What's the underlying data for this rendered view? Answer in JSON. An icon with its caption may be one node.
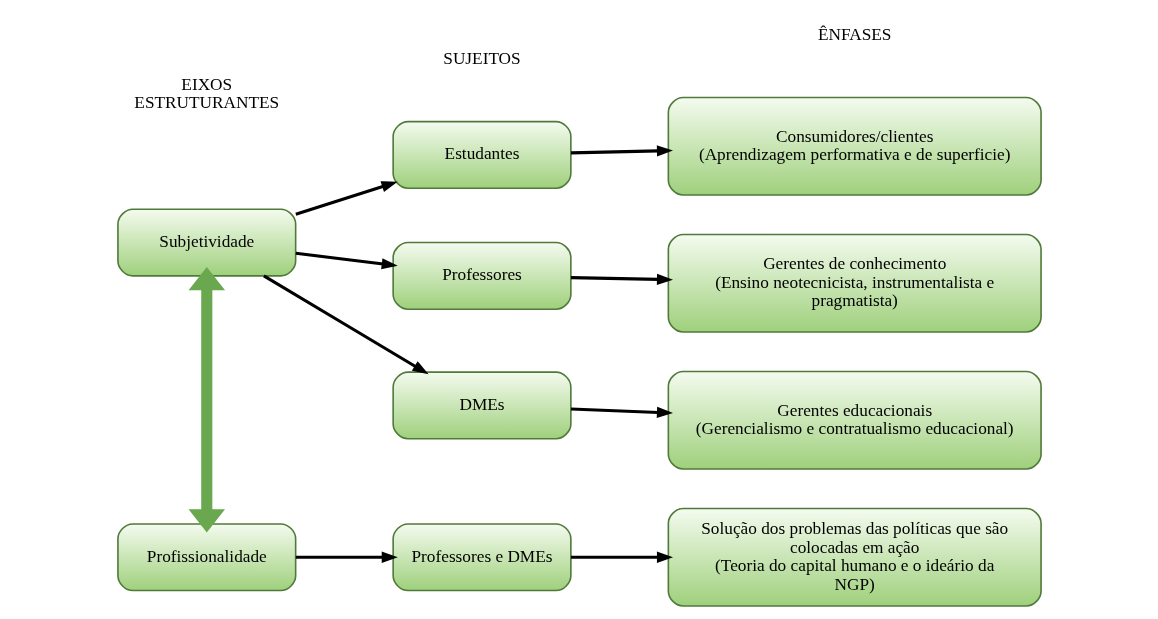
{
  "diagram": {
    "nodes": [
      {
        "text": [
          "Subjetividade"
        ]
      },
      {
        "text": [
          "Profissionalidade"
        ]
      },
      {
        "text": [
          "Estudantes"
        ]
      },
      {
        "text": [
          "Professores"
        ]
      },
      {
        "text": [
          "DMEs"
        ]
      },
      {
        "text": [
          "Professores e DMEs"
        ]
      },
      {
        "text": [
          "Consumidores/clientes",
          "(Aprendizagem performativa e de superficie)"
        ]
      },
      {
        "text": [
          "Gerentes de conhecimento",
          "(Ensino neotecnicista, instrumentalista e pragmatista)"
        ]
      },
      {
        "text": [
          "Gerentes educacionais",
          "(Gerencialismo e contratualismo educacional)"
        ]
      },
      {
        "text": [
          "Solução dos problemas das políticas que são colocadas em ação",
          "(Teoria do capital humano e o ideário da NGP)"
        ]
      }
    ],
    "edges": [
      {
        "from": 0,
        "to": 2,
        "arrow": "to"
      },
      {
        "from": 0,
        "to": 3,
        "arrow": "to"
      },
      {
        "from": 0,
        "to": 4,
        "arrow": "to"
      },
      {
        "from": 0,
        "to": 1,
        "arrow": "both",
        "style": "thick",
        "color": "#6aa84f"
      },
      {
        "from": 1,
        "to": 5,
        "arrow": "to"
      },
      {
        "from": 2,
        "to": 6,
        "arrow": "to"
      },
      {
        "from": 3,
        "to": 7,
        "arrow": "to"
      },
      {
        "from": 4,
        "to": 8,
        "arrow": "to"
      },
      {
        "from": 5,
        "to": 9,
        "arrow": "to"
      }
    ],
    "labels": [
      "EIXOS ESTRUTURANTES",
      "SUJEITOS",
      "ÊNFASES"
    ]
  }
}
